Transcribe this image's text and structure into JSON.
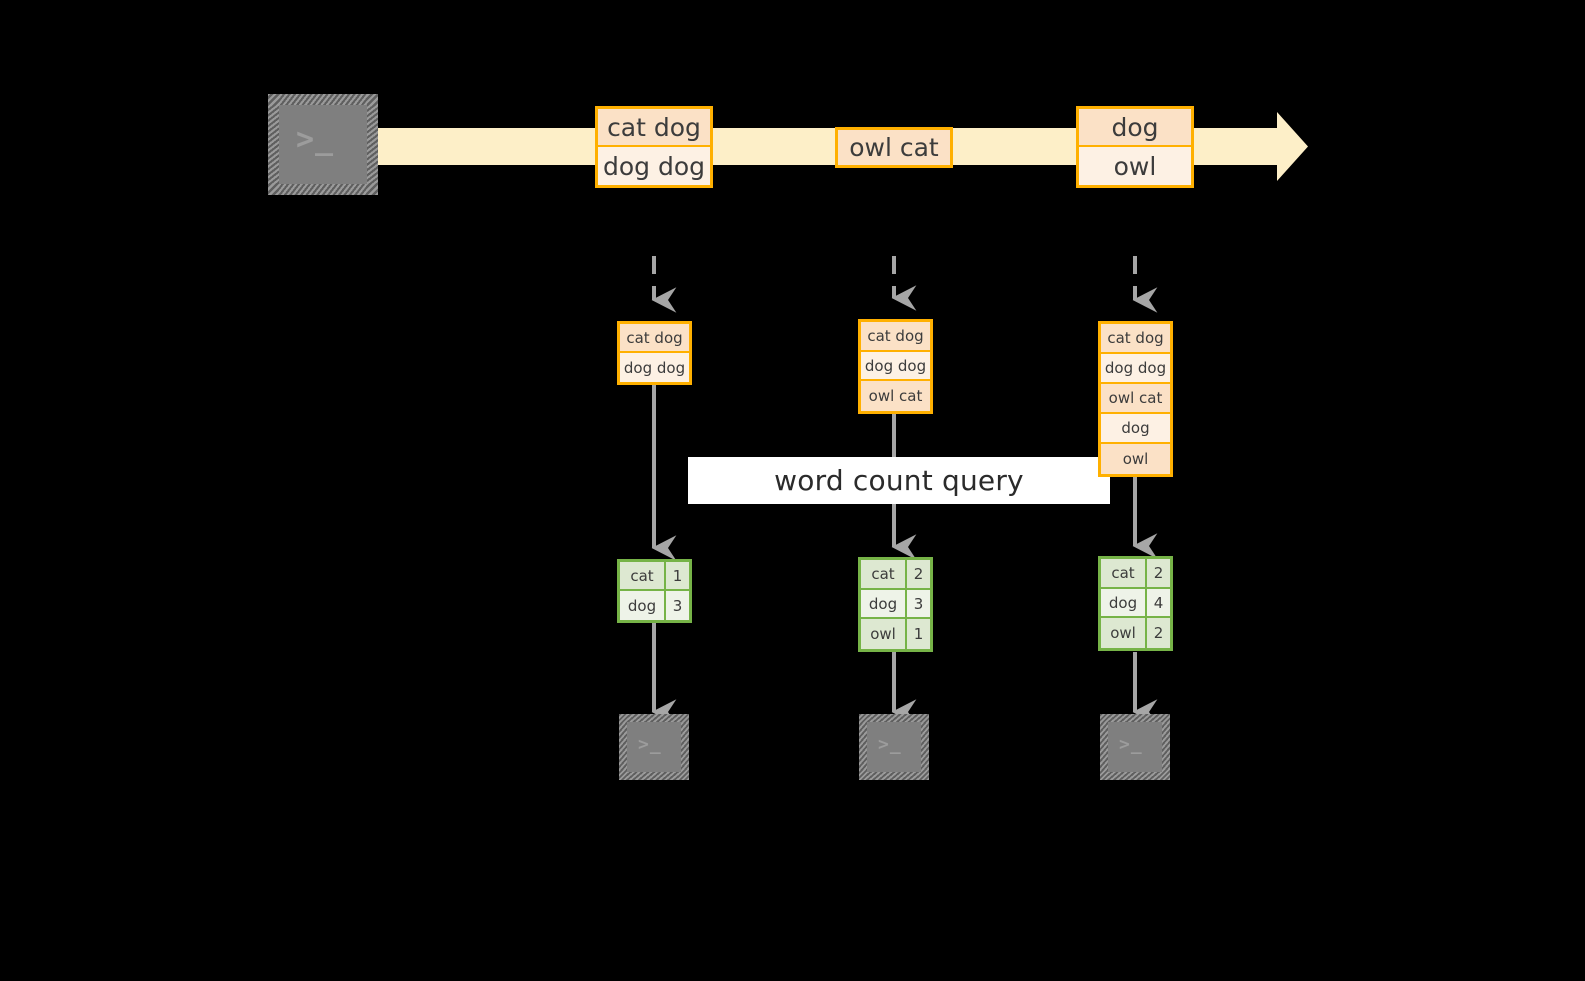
{
  "diagram": {
    "title": "word count query",
    "colors": {
      "background": "#000000",
      "stream_fill": "#fdefc8",
      "record_border": "#ffb000",
      "record_fill_dark": "#fbe1c6",
      "record_fill_light": "#fdf1e4",
      "result_border": "#76b347",
      "result_fill_dark": "#dde8d1",
      "result_fill_light": "#eef3e8",
      "arrow_gray": "#a6a6a6",
      "terminal_gray": "#7f7f7f",
      "label_band": "#ffffff"
    },
    "source": {
      "icon": "terminal-icon",
      "prompt": ">_"
    },
    "stream_arrow": {
      "icon": "right-arrow-icon"
    },
    "stream_records": [
      {
        "name": "stream-record-1",
        "lines": [
          "cat dog",
          "dog dog"
        ]
      },
      {
        "name": "stream-record-2",
        "lines": [
          "owl cat"
        ]
      },
      {
        "name": "stream-record-3",
        "lines": [
          "dog",
          "owl"
        ]
      }
    ],
    "snapshots": [
      {
        "name": "snapshot-1",
        "input_lines": [
          "cat dog",
          "dog dog"
        ],
        "results": [
          {
            "word": "cat",
            "count": "1"
          },
          {
            "word": "dog",
            "count": "3"
          }
        ],
        "sink": {
          "icon": "terminal-icon",
          "prompt": ">_"
        }
      },
      {
        "name": "snapshot-2",
        "input_lines": [
          "cat dog",
          "dog dog",
          "owl cat"
        ],
        "results": [
          {
            "word": "cat",
            "count": "2"
          },
          {
            "word": "dog",
            "count": "3"
          },
          {
            "word": "owl",
            "count": "1"
          }
        ],
        "sink": {
          "icon": "terminal-icon",
          "prompt": ">_"
        }
      },
      {
        "name": "snapshot-3",
        "input_lines": [
          "cat dog",
          "dog dog",
          "owl cat",
          "dog",
          "owl"
        ],
        "results": [
          {
            "word": "cat",
            "count": "2"
          },
          {
            "word": "dog",
            "count": "4"
          },
          {
            "word": "owl",
            "count": "2"
          }
        ],
        "sink": {
          "icon": "terminal-icon",
          "prompt": ">_"
        }
      }
    ]
  }
}
